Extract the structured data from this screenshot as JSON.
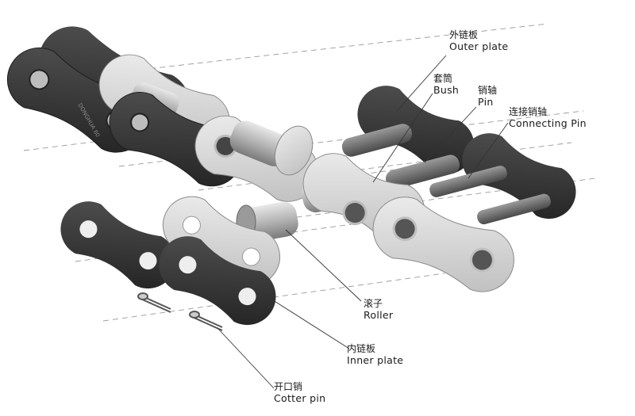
{
  "labels": {
    "outer_plate": {
      "zh": "外链板",
      "en": "Outer plate"
    },
    "bush": {
      "zh": "套筒",
      "en": "Bush"
    },
    "pin": {
      "zh": "销轴",
      "en": "Pin"
    },
    "connecting_pin": {
      "zh": "连接销轴",
      "en": "Connecting Pin"
    },
    "roller": {
      "zh": "滚子",
      "en": "Roller"
    },
    "inner_plate": {
      "zh": "内链板",
      "en": "Inner plate"
    },
    "cotter_pin": {
      "zh": "开口销",
      "en": "Cotter pin"
    }
  },
  "plate_stamp": "DONGHUA 80",
  "colors": {
    "plate_dark": "#3a3a3a",
    "plate_light": "#d6d6d6",
    "metal_mid": "#8c8c8c",
    "leader": "#333333",
    "dash": "#9a9a9a"
  }
}
